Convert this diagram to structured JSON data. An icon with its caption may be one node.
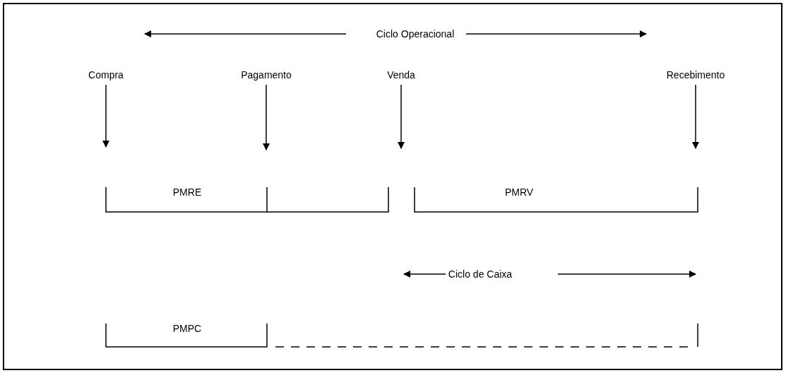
{
  "diagram": {
    "nodes": [
      {
        "text": [
          "Compra"
        ]
      },
      {
        "text": [
          "Pagamento"
        ]
      },
      {
        "text": [
          "Venda"
        ]
      },
      {
        "text": [
          "Recebimento"
        ]
      }
    ],
    "edges": [
      {
        "from": 0,
        "to": null,
        "arrow": "to"
      },
      {
        "from": 1,
        "to": null,
        "arrow": "to"
      },
      {
        "from": 2,
        "to": null,
        "arrow": "to"
      },
      {
        "from": 3,
        "to": null,
        "arrow": "to"
      }
    ],
    "labels": [
      "Ciclo Operacional",
      "PMRE",
      "PMRV",
      "Ciclo de Caixa",
      "PMPC"
    ]
  }
}
